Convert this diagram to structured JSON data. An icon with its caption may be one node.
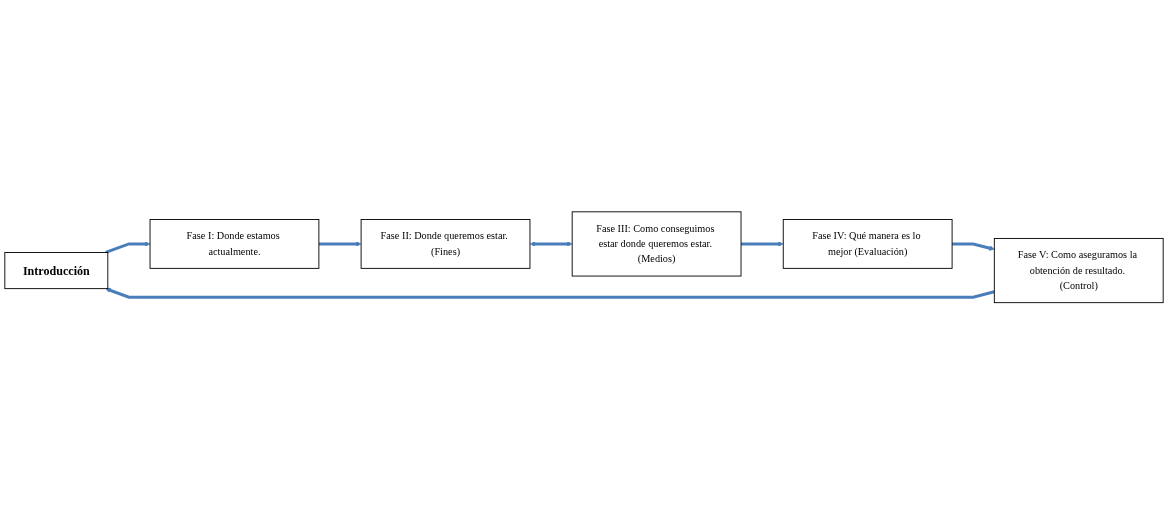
{
  "diagram": {
    "nodes": [
      {
        "text": [
          "Introducción"
        ]
      },
      {
        "text": [
          "Fase I: Donde estamos actualmente."
        ]
      },
      {
        "text": [
          "Fase II: Donde queremos estar. (Fines)"
        ]
      },
      {
        "text": [
          "Fase III: Como conseguimos estar donde queremos estar. (Medios)"
        ]
      },
      {
        "text": [
          "Fase IV: Qué manera es lo mejor (Evaluación)"
        ]
      },
      {
        "text": [
          "Fase V: Como aseguramos la obtención de resultado. (Control)"
        ]
      }
    ],
    "edges": [
      {
        "from": 5,
        "to": 0,
        "arrow": "to"
      },
      {
        "from": 0,
        "to": 1,
        "arrow": "to"
      },
      {
        "from": 1,
        "to": 2,
        "arrow": "to"
      },
      {
        "from": 2,
        "to": 3,
        "arrow": "both"
      },
      {
        "from": 3,
        "to": 4,
        "arrow": "to"
      },
      {
        "from": 4,
        "to": 5,
        "arrow": "to"
      }
    ]
  }
}
